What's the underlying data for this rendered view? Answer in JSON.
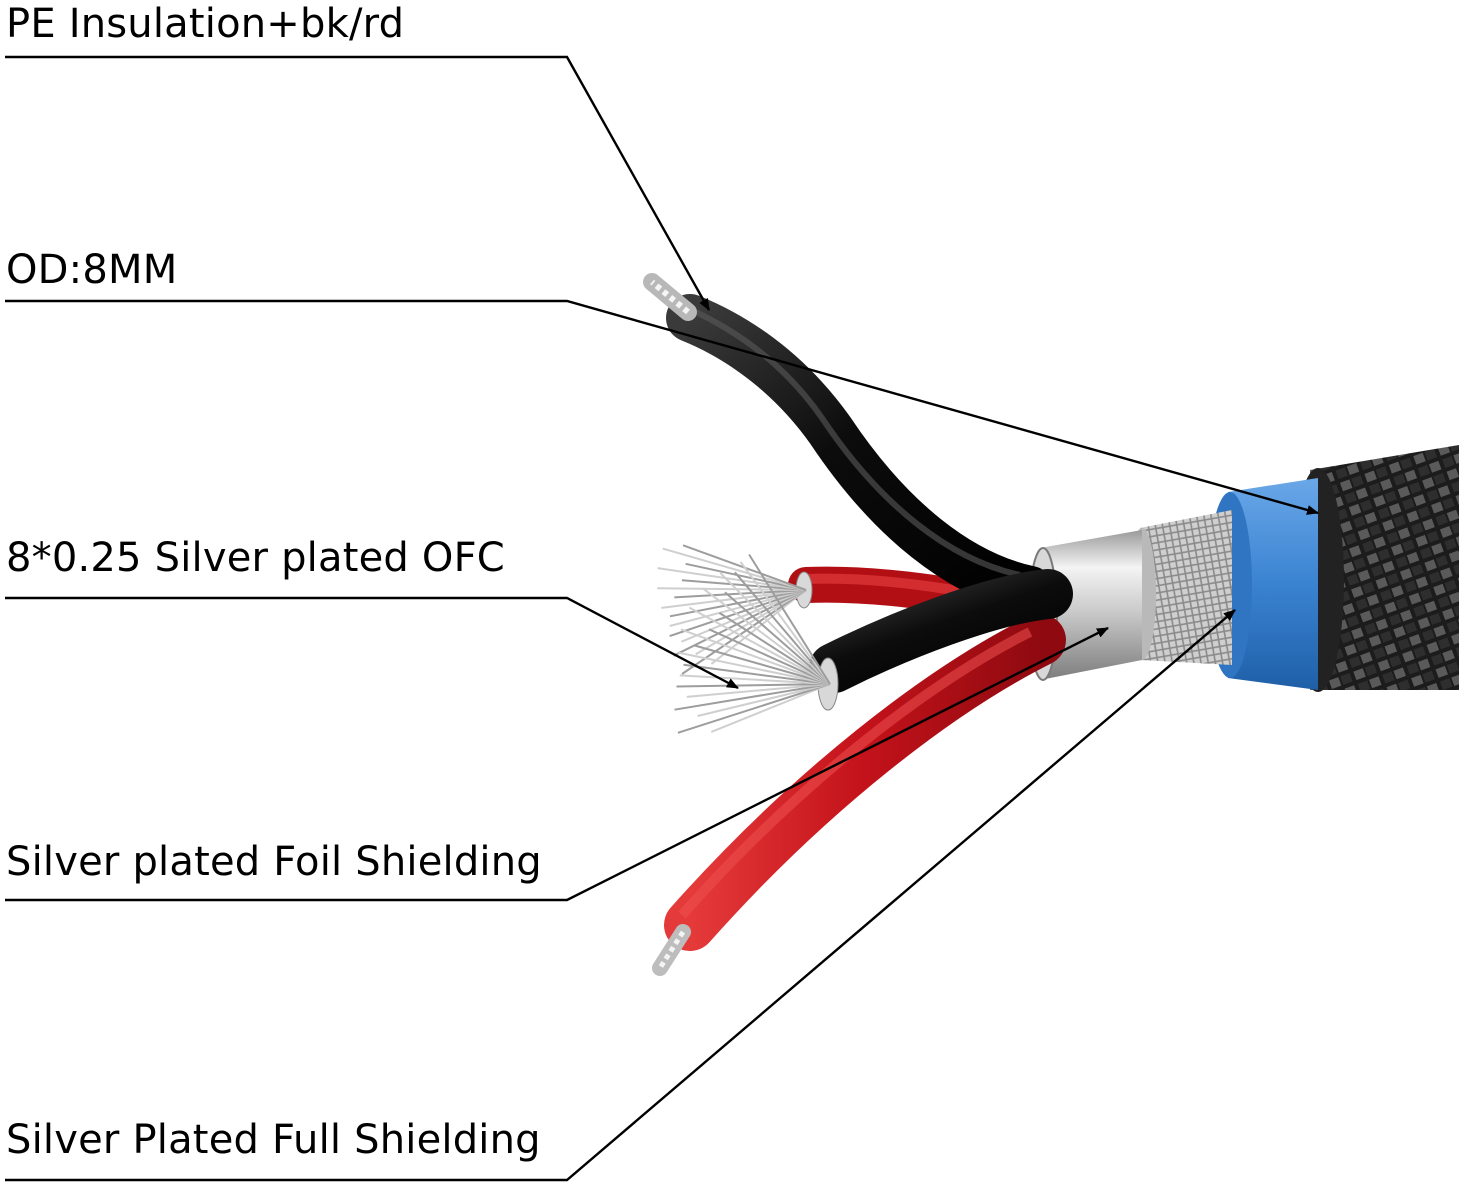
{
  "labels": {
    "pe_insulation": "PE Insulation+bk/rd",
    "od": "OD:8MM",
    "conductor": "8*0.25 Silver plated OFC",
    "foil_shielding": "Silver plated Foil Shielding",
    "full_shielding": "Silver Plated Full Shielding"
  },
  "colors": {
    "background": "#ffffff",
    "line": "#000000",
    "black_wire": "#111111",
    "red_wire": "#c9151b",
    "blue_band": "#3a83d1",
    "silver": "#c7c7c7",
    "braid": "#2a2a2a"
  }
}
